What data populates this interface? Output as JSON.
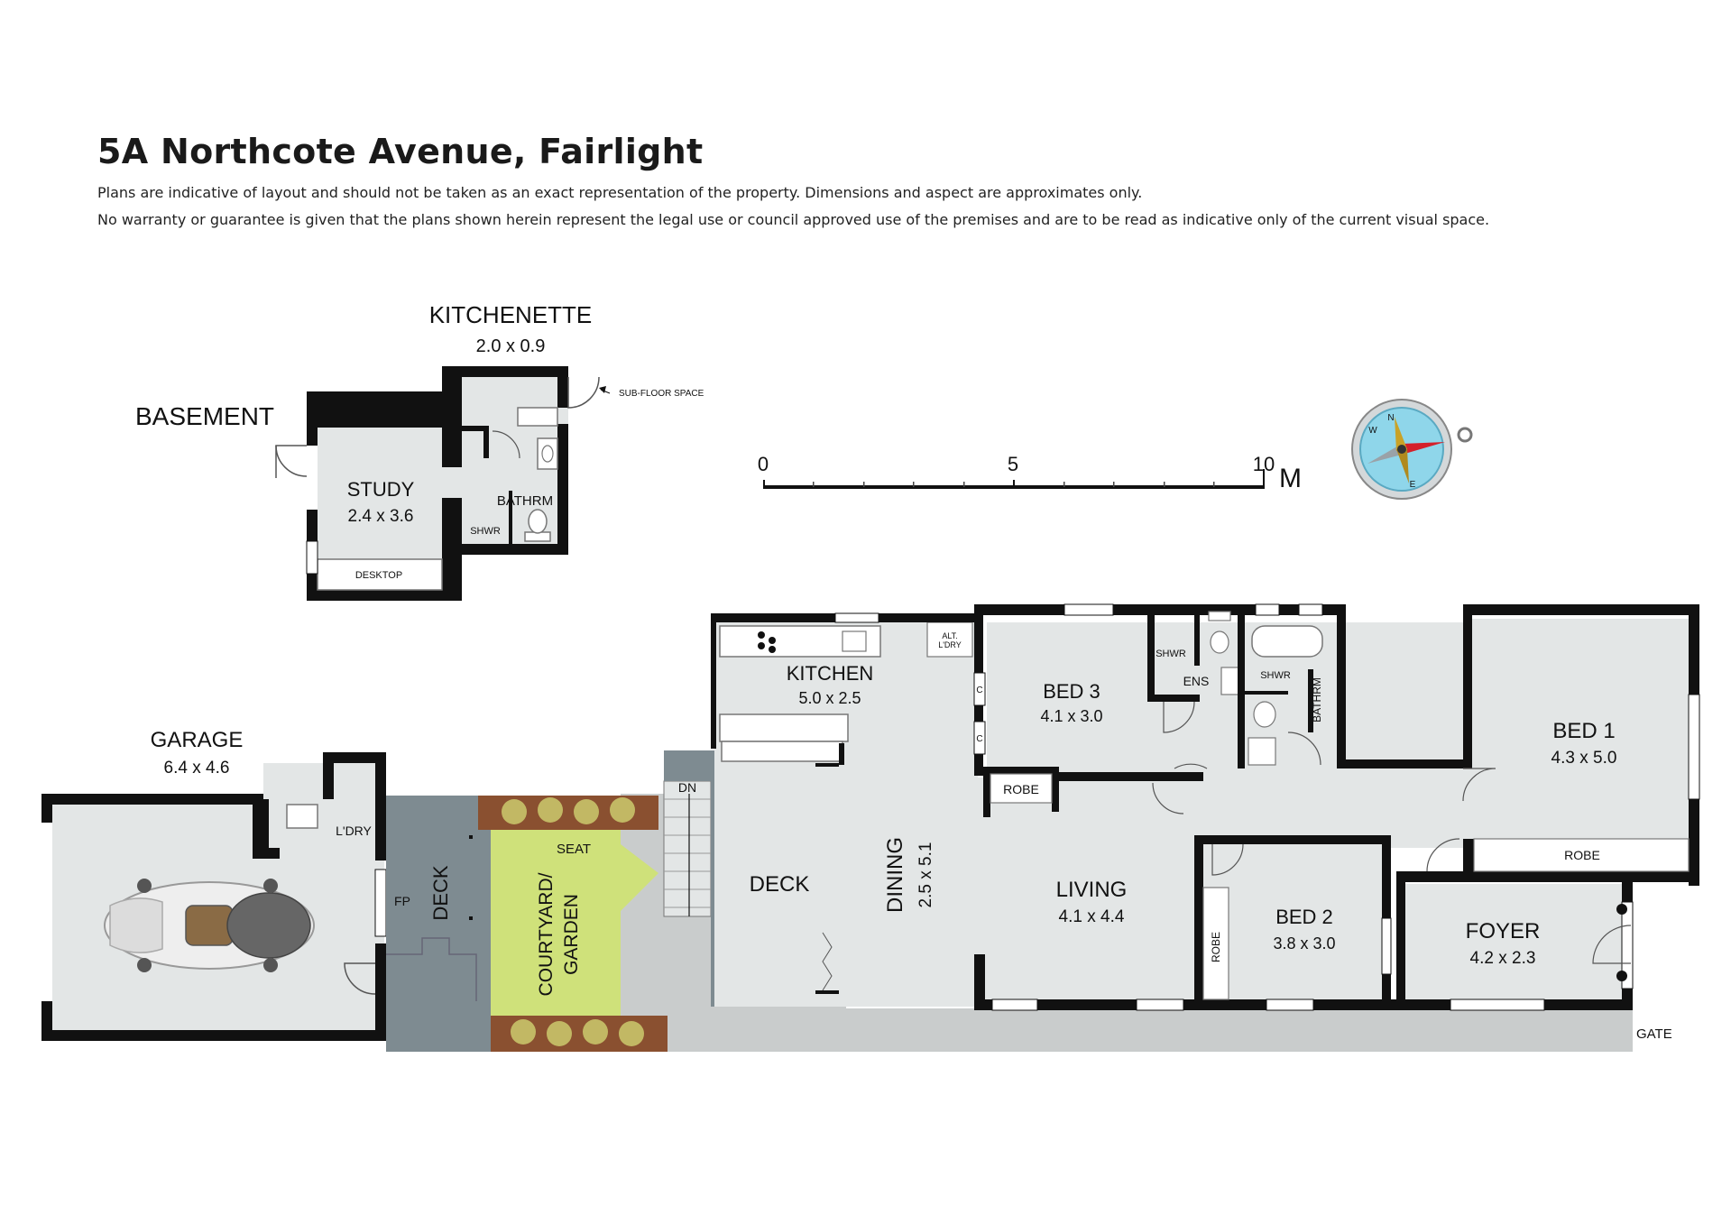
{
  "title": "5A Northcote Avenue, Fairlight",
  "disclaimer": {
    "line1": "Plans are indicative of layout and should not be taken as an exact representation of the property. Dimensions and aspect are approximates only.",
    "line2": "No warranty or guarantee is given that the plans shown herein represent the legal use or council approved use of the premises and are to be read as indicative only of the current visual space."
  },
  "basement": {
    "level_label": "BASEMENT",
    "kitchenette": {
      "name": "KITCHENETTE",
      "dims": "2.0 x 0.9"
    },
    "sub_floor": "SUB-FLOOR SPACE",
    "study": {
      "name": "STUDY",
      "dims": "2.4 x 3.6"
    },
    "bathroom": "BATHRM",
    "shower": "SHWR",
    "desktop": "DESKTOP"
  },
  "scale_bar": {
    "ticks": [
      "0",
      "5",
      "10"
    ],
    "unit": "M"
  },
  "compass": {
    "north": "N",
    "west": "W",
    "east": "E"
  },
  "ground": {
    "garage": {
      "name": "GARAGE",
      "dims": "6.4 x 4.6"
    },
    "garage_laundry": "L'DRY",
    "fp": "FP",
    "deck_left": "DECK",
    "seat": "SEAT",
    "courtyard": {
      "line1": "COURTYARD/",
      "line2": "GARDEN"
    },
    "dn": "DN",
    "deck_main": "DECK",
    "kitchen": {
      "name": "KITCHEN",
      "dims": "5.0 x 2.5"
    },
    "alt_laundry": {
      "line1": "ALT.",
      "line2": "L'DRY"
    },
    "cupboard": "C",
    "dining": {
      "name": "DINING",
      "dims": "2.5 x 5.1"
    },
    "bed3": {
      "name": "BED 3",
      "dims": "4.1 x 3.0"
    },
    "robe": "ROBE",
    "ensuite_shower": "SHWR",
    "ensuite": "ENS",
    "bath_shower": "SHWR",
    "bathroom": "BATHRM",
    "living": {
      "name": "LIVING",
      "dims": "4.1 x 4.4"
    },
    "bed2": {
      "name": "BED 2",
      "dims": "3.8 x 3.0"
    },
    "bed2_robe": "ROBE",
    "bed1": {
      "name": "BED 1",
      "dims": "4.3 x 5.0"
    },
    "bed1_robe": "ROBE",
    "foyer": {
      "name": "FOYER",
      "dims": "4.2 x 2.3"
    },
    "gate": "GATE"
  },
  "colors": {
    "wall": "#111111",
    "floor": "#e3e6e6",
    "deck": "#7e8b91",
    "courtyard": "#cfe17a",
    "planter": "#8a5030",
    "path": "#c9cccc"
  }
}
